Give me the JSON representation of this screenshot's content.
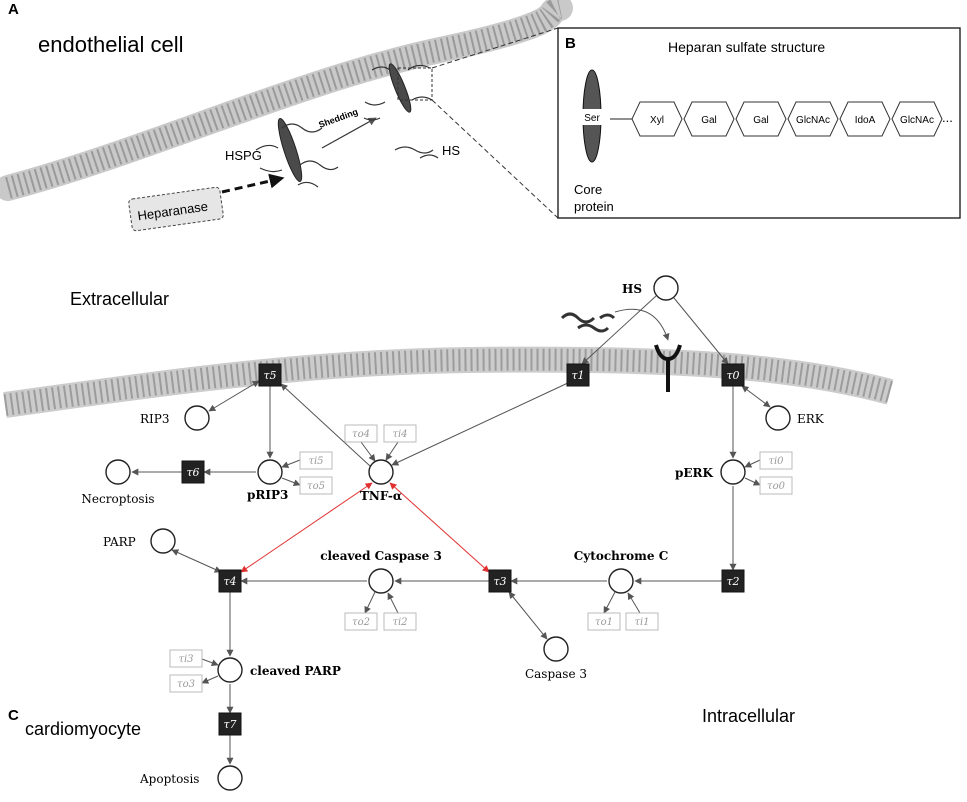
{
  "panels": {
    "a": {
      "letter": "A",
      "title": "endothelial cell",
      "hspg": "HSPG",
      "shedding": "Shedding",
      "hs": "HS",
      "heparanase": "Heparanase"
    },
    "b": {
      "letter": "B",
      "title": "Heparan sulfate structure",
      "ser": "Ser",
      "core_line1": "Core",
      "core_line2": "protein",
      "sugars": [
        "Xyl",
        "Gal",
        "Gal",
        "GlcNAc",
        "IdoA",
        "GlcNAc"
      ],
      "ellipsis": "..."
    },
    "c": {
      "letter": "C",
      "cell": "cardiomyocyte"
    }
  },
  "regions": {
    "extracellular": "Extracellular",
    "intracellular": "Intracellular"
  },
  "places": {
    "hs": "HS",
    "rip3": "RIP3",
    "erk": "ERK",
    "perk": "pERK",
    "prip3": "pRIP3",
    "necroptosis": "Necroptosis",
    "tnf": "TNF-α",
    "parp": "PARP",
    "cleaved_caspase3": "cleaved Caspase 3",
    "cytochrome_c": "Cytochrome C",
    "caspase3": "Caspase 3",
    "cleaved_parp": "cleaved PARP",
    "apoptosis": "Apoptosis"
  },
  "transitions": {
    "t0": "τ0",
    "t1": "τ1",
    "t2": "τ2",
    "t3": "τ3",
    "t4": "τ4",
    "t5": "τ5",
    "t6": "τ6",
    "t7": "τ7"
  },
  "tags": {
    "to4": "τo4",
    "ti4": "τi4",
    "ti5": "τi5",
    "to5": "τo5",
    "ti0": "τi0",
    "to0": "τo0",
    "to2": "τo2",
    "ti2": "τi2",
    "to1": "τo1",
    "ti1": "τi1",
    "ti3": "τi3",
    "to3": "τo3"
  },
  "colors": {
    "inhibition_edge": "#e03030",
    "transition_fill": "#222222",
    "membrane": "#cccccc"
  }
}
